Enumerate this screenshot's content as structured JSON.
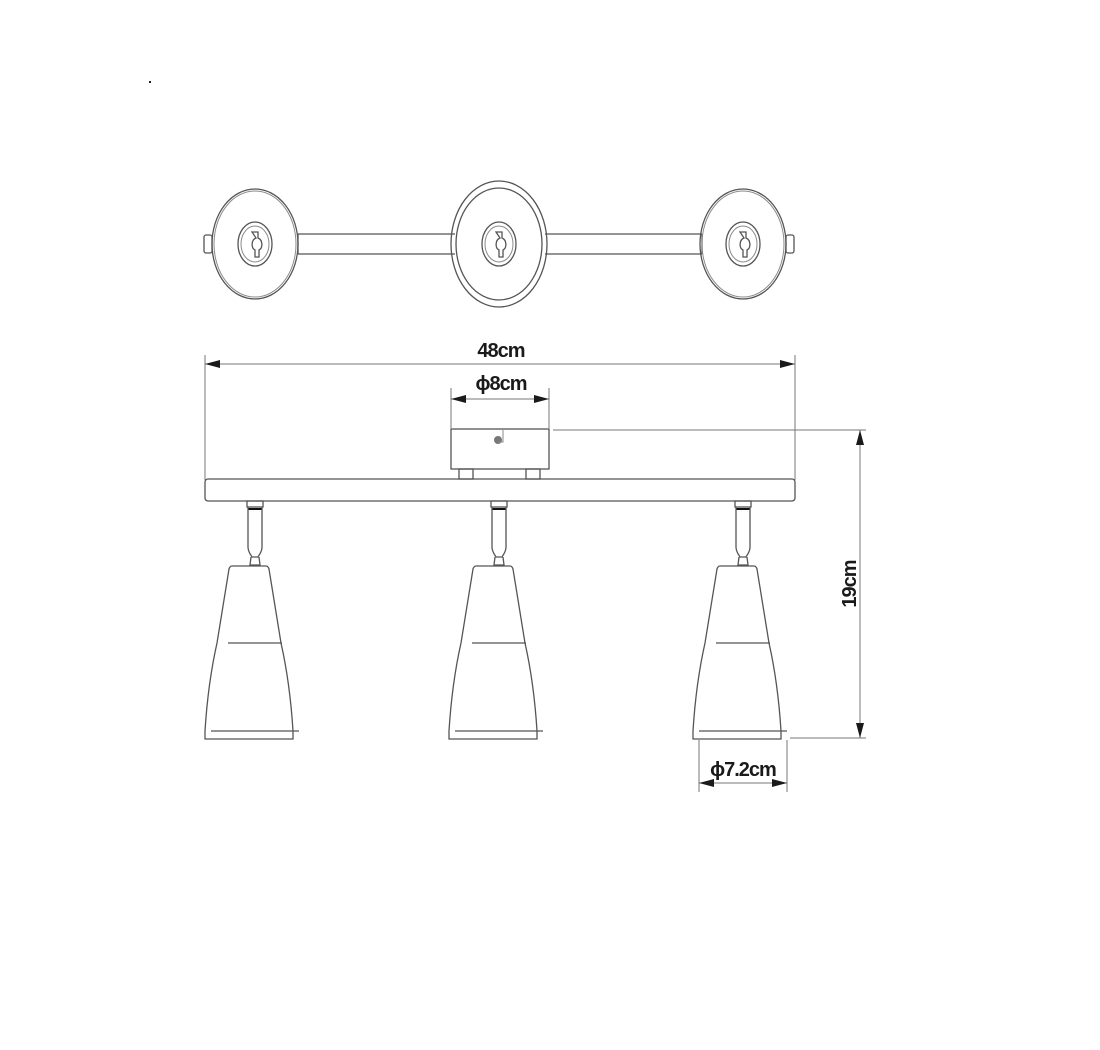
{
  "diagram": {
    "title": "",
    "subject": "3-light ceiling spotlight bar",
    "views": [
      "top-view",
      "front-view"
    ],
    "dimensions": {
      "overall_width": "48cm",
      "canopy_diameter": "ϕ8cm",
      "overall_height": "19cm",
      "shade_diameter": "ϕ7.2cm"
    },
    "components": {
      "spotlights_count": 3,
      "canopy": "round ceiling canopy with screw",
      "bar": "horizontal mounting bar"
    },
    "colors": {
      "line": "#555555",
      "text": "#1a1a1a",
      "background": "#ffffff"
    }
  }
}
